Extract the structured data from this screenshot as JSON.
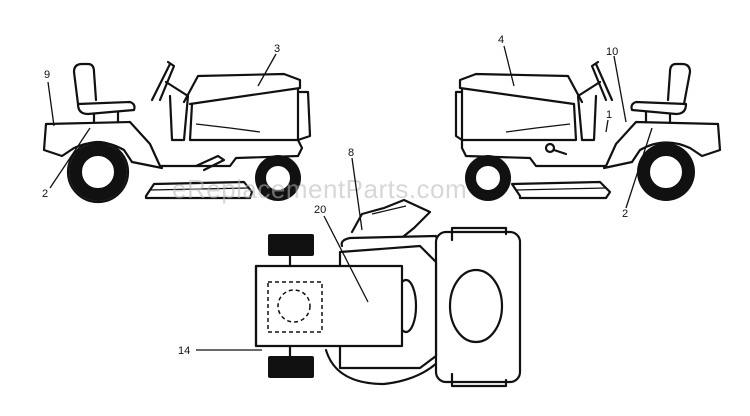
{
  "watermark": "eReplacementParts.com",
  "callouts": [
    {
      "id": "9",
      "label": "9"
    },
    {
      "id": "3",
      "label": "3"
    },
    {
      "id": "2-left",
      "label": "2"
    },
    {
      "id": "4",
      "label": "4"
    },
    {
      "id": "10",
      "label": "10"
    },
    {
      "id": "1",
      "label": "1"
    },
    {
      "id": "2-right",
      "label": "2"
    },
    {
      "id": "8",
      "label": "8"
    },
    {
      "id": "20",
      "label": "20"
    },
    {
      "id": "14",
      "label": "14"
    }
  ]
}
